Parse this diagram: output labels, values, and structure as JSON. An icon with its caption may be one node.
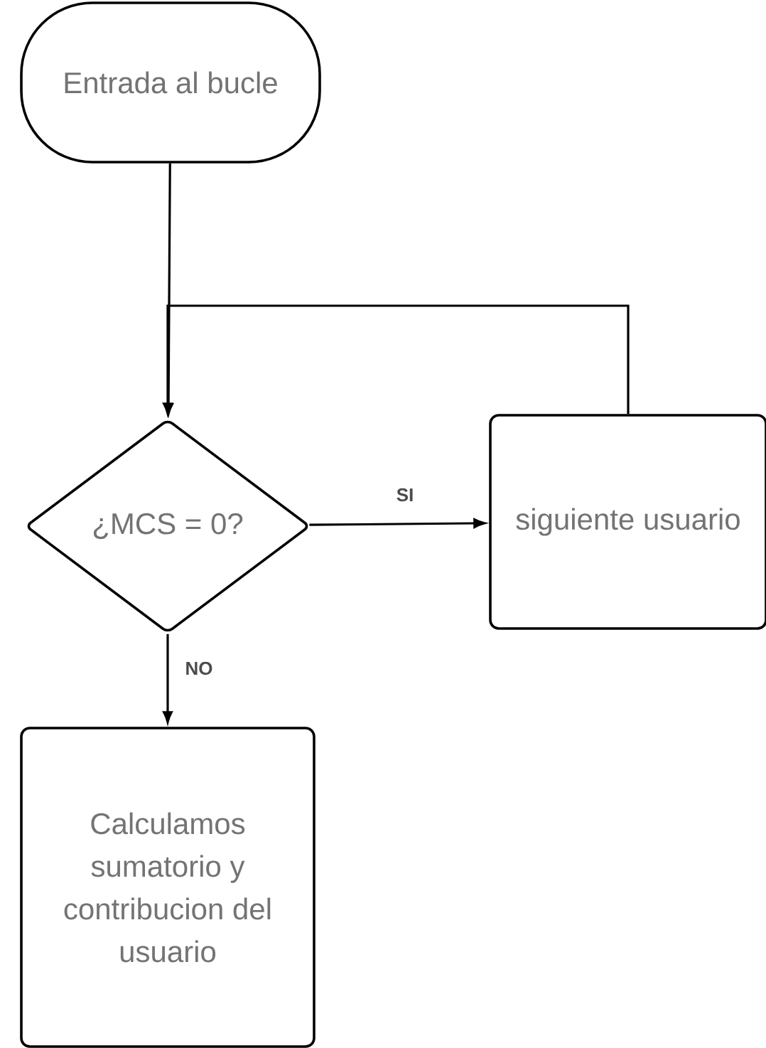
{
  "diagram": {
    "nodes": [
      {
        "text": [
          "Entrada al bucle"
        ]
      },
      {
        "text": [
          "¿MCS = 0?"
        ]
      },
      {
        "text": [
          "siguiente usuario"
        ]
      },
      {
        "text": [
          "Calculamos sumatorio y contribucion del usuario"
        ]
      }
    ],
    "edges": [
      {
        "from": 0,
        "to": 1,
        "arrow": "to"
      },
      {
        "from": 1,
        "to": 2,
        "arrow": "to",
        "label": "SI"
      },
      {
        "from": 1,
        "to": 3,
        "arrow": "to",
        "label": "NO"
      },
      {
        "from": 2,
        "to": 1,
        "arrow": "to"
      }
    ]
  }
}
